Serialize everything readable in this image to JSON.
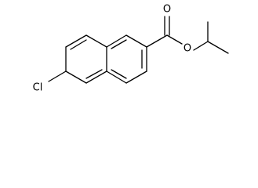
{
  "molecule": {
    "atoms": {
      "oxygen_carbonyl": "O",
      "oxygen_ester": "O",
      "chlorine": "Cl"
    }
  }
}
